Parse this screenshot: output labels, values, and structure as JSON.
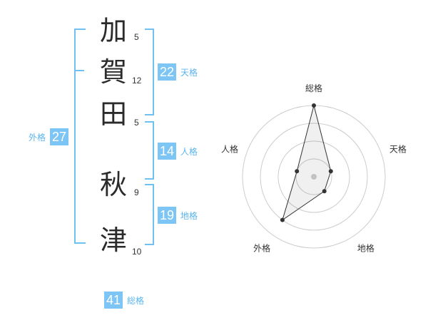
{
  "name_chars": [
    {
      "char": "加",
      "strokes": "5"
    },
    {
      "char": "賀",
      "strokes": "12"
    },
    {
      "char": "田",
      "strokes": "5"
    },
    {
      "char": "秋",
      "strokes": "9"
    },
    {
      "char": "津",
      "strokes": "10"
    }
  ],
  "kakusu": {
    "tenkaku": {
      "value": "22",
      "label": "天格"
    },
    "jinkaku": {
      "value": "14",
      "label": "人格"
    },
    "chikaku": {
      "value": "19",
      "label": "地格"
    },
    "gaikaku": {
      "value": "27",
      "label": "外格"
    },
    "soukaku": {
      "value": "41",
      "label": "総格"
    }
  },
  "colors": {
    "accent": "#7cc5f4",
    "bracket": "#6ec1f0",
    "label": "#5bb5ec"
  },
  "chart_data": {
    "type": "radar",
    "axes": [
      "総格",
      "天格",
      "地格",
      "外格",
      "人格"
    ],
    "values": [
      4,
      1,
      1,
      3,
      1
    ],
    "max": 4,
    "rings": 4,
    "grid": true
  }
}
